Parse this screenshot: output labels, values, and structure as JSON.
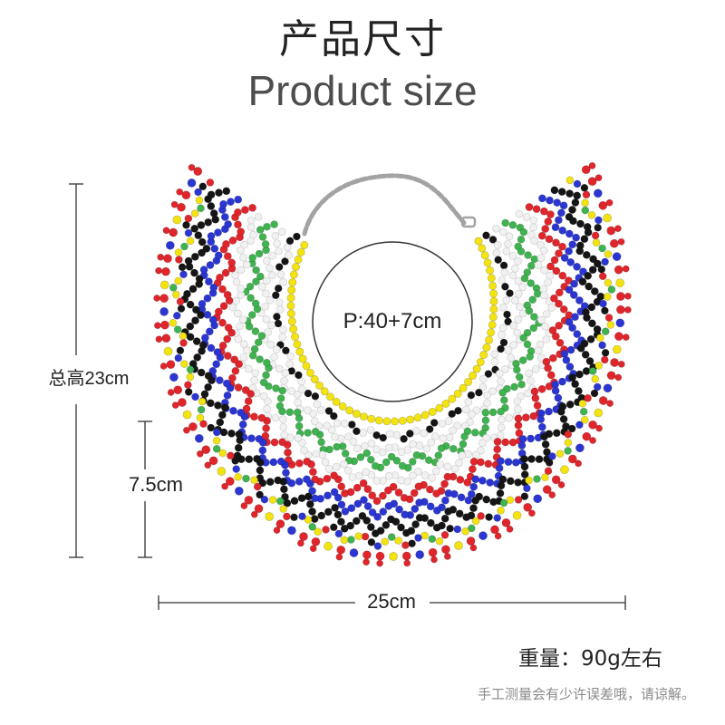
{
  "title_cn": "产品尺寸",
  "title_en": "Product size",
  "dimensions": {
    "total_height": "总高23cm",
    "drop": "7.5cm",
    "width": "25cm",
    "perimeter": "P:40+7cm"
  },
  "weight": "重量：90g左右",
  "note": "手工测量会有少许误差哦，请谅解。",
  "colors": {
    "yellow": "#f3e310",
    "black": "#151515",
    "white": "#f1f1f1",
    "green": "#3fb34f",
    "red": "#e0252b",
    "blue": "#2b36d2",
    "chain": "#a3a3a3",
    "line": "#333333"
  }
}
